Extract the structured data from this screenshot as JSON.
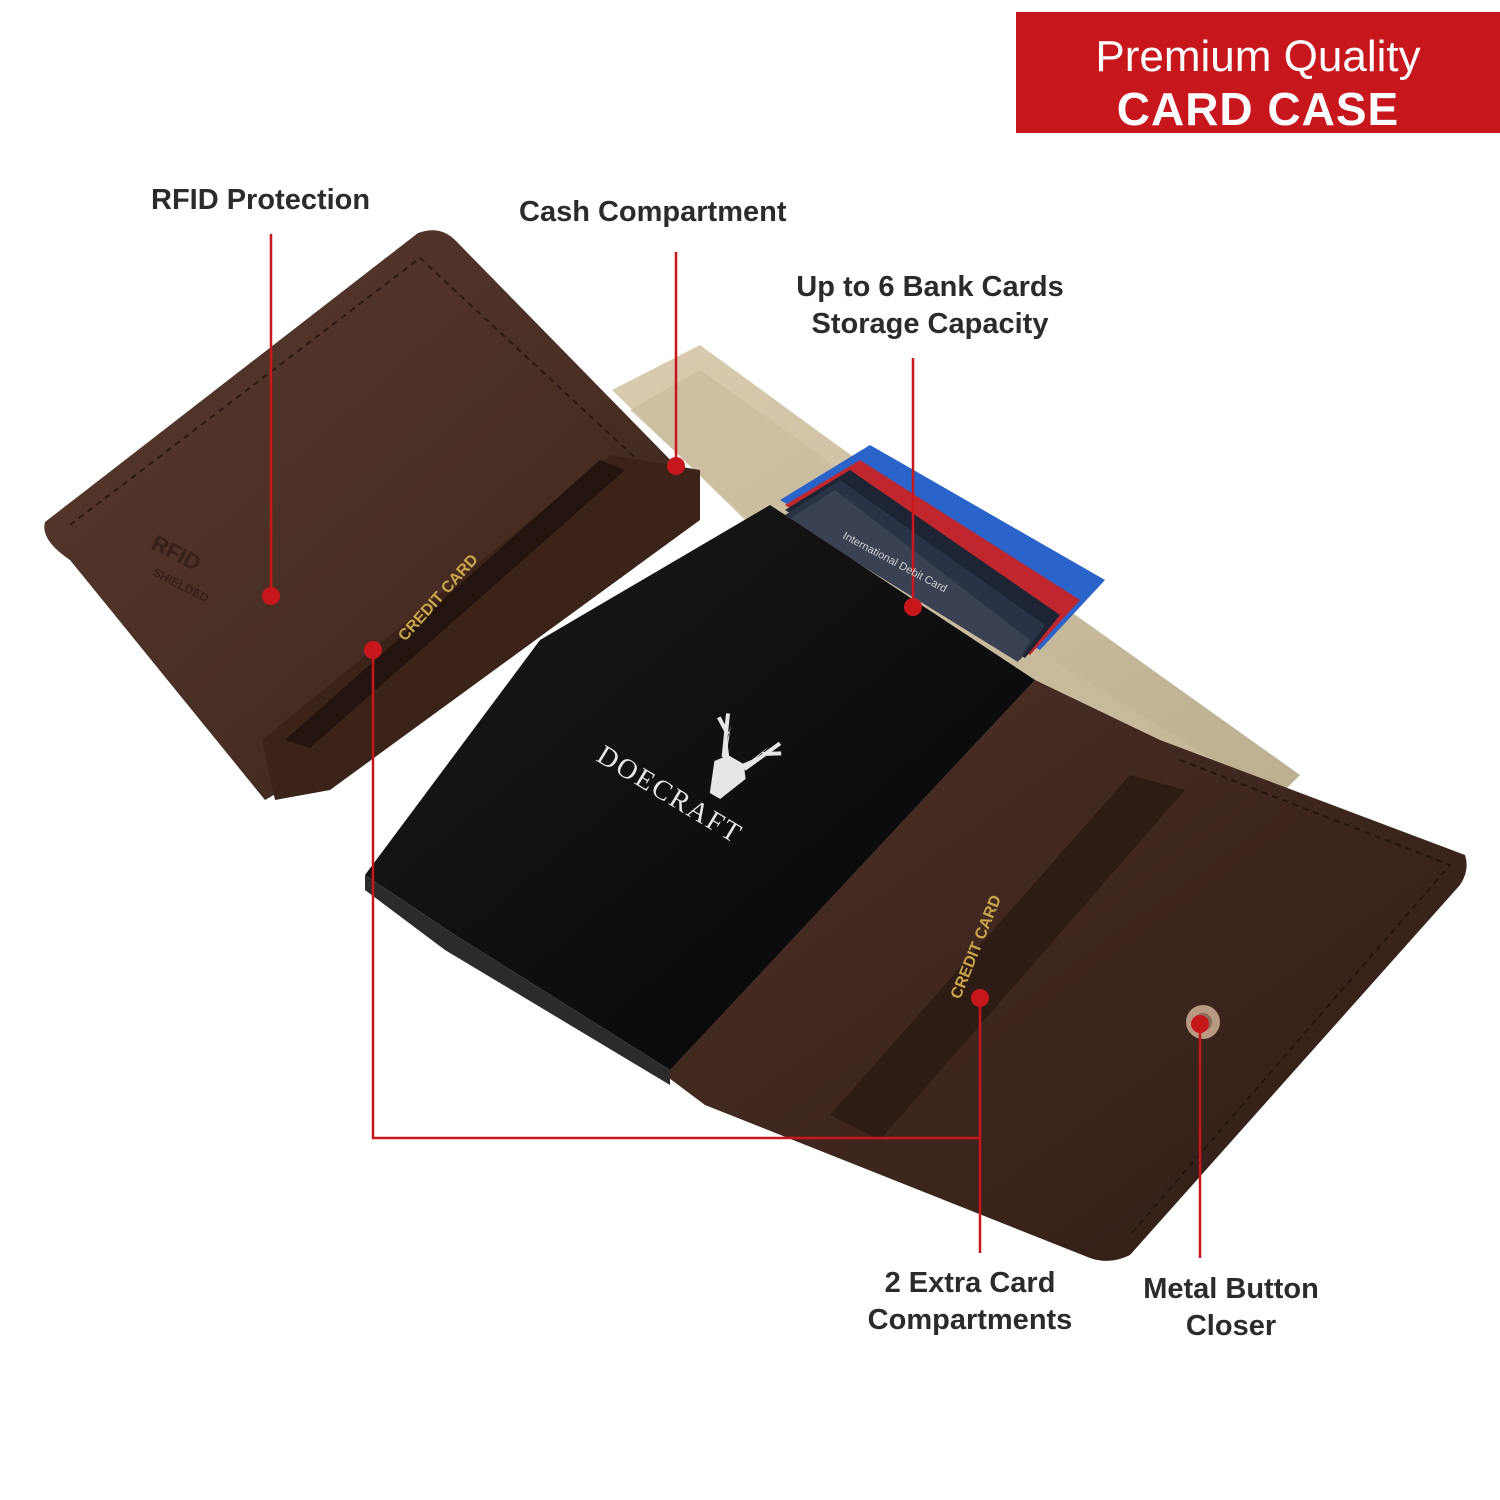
{
  "banner": {
    "line1": "Premium Quality",
    "line2": "CARD CASE"
  },
  "callouts": {
    "rfid": "RFID Protection",
    "cash": "Cash Compartment",
    "bank_cards": [
      "Up to 6 Bank Cards",
      "Storage Capacity"
    ],
    "extra_cards": [
      "2 Extra Card",
      "Compartments"
    ],
    "metal_button": [
      "Metal Button",
      "Closer"
    ]
  },
  "product": {
    "brand": "DOECRAFT",
    "slot_label": "CREDIT CARD",
    "card_label": "International Debit Card",
    "emboss_line1": "RFID",
    "emboss_line2": "SHIELDED"
  },
  "colors": {
    "accent": "#c8161d",
    "leather": "#4a2e24",
    "text": "#2b2b2b"
  }
}
